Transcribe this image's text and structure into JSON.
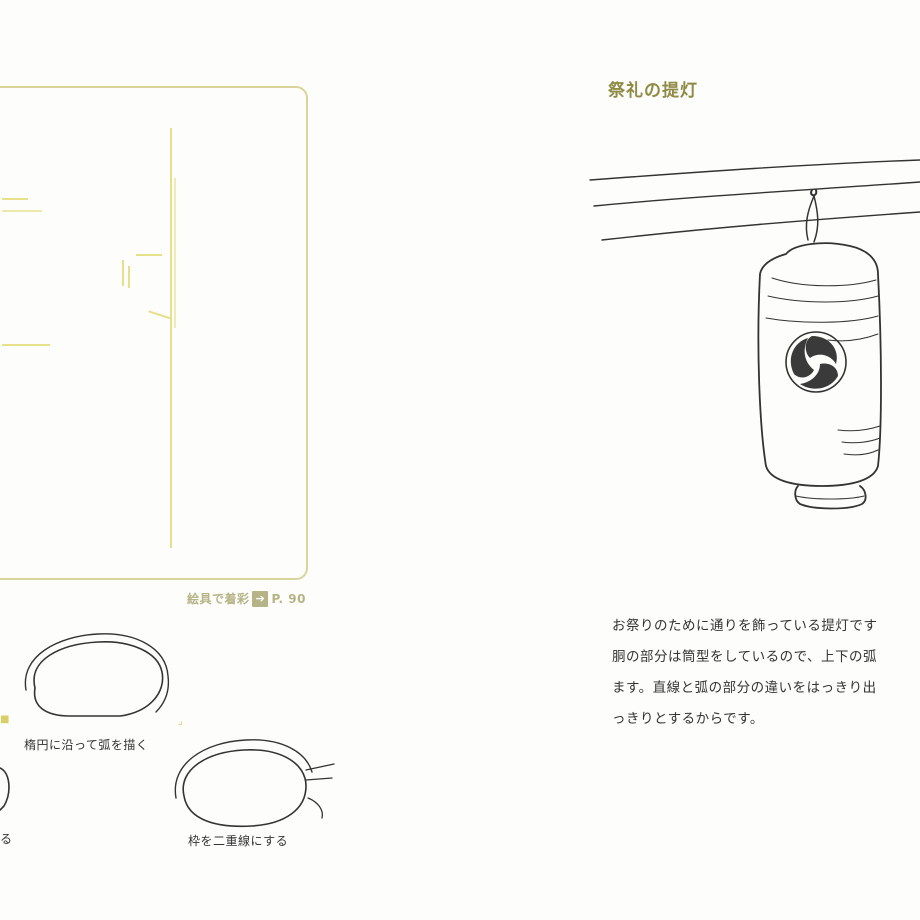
{
  "left_page": {
    "reference": {
      "label": "絵具で着彩",
      "arrow": "➔",
      "page": "P. 90"
    },
    "steps": [
      {
        "caption": "楕円に沿って弧を描く"
      },
      {
        "caption": "る"
      },
      {
        "caption": "枠を二重線にする"
      }
    ]
  },
  "right_page": {
    "title": "祭礼の提灯",
    "body_lines": [
      "お祭りのために通りを飾っている提灯です",
      "胴の部分は筒型をしているので、上下の弧",
      "ます。直線と弧の部分の違いをはっきり出",
      "っきりとするからです。"
    ]
  },
  "colors": {
    "accent": "#8f8a44",
    "guide": "#e6e08a",
    "frame": "#d9d49a",
    "ink": "#333333"
  }
}
